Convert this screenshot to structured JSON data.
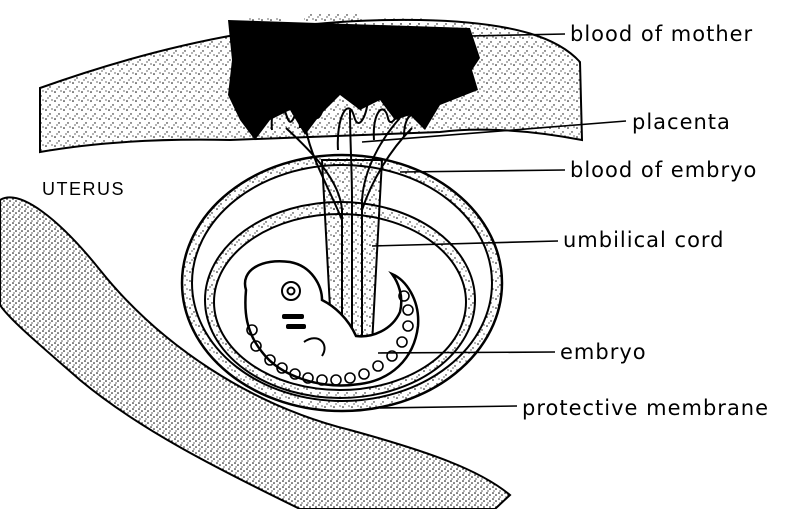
{
  "labels": {
    "blood_of_mother": "blood of mother",
    "placenta": "placenta",
    "blood_of_embryo": "blood of embryo",
    "umbilical_cord": "umbilical cord",
    "embryo": "embryo",
    "protective_membrane": "protective membrane",
    "uterus": "UTERUS"
  },
  "colors": {
    "ink": "#000000",
    "paper": "#ffffff"
  }
}
